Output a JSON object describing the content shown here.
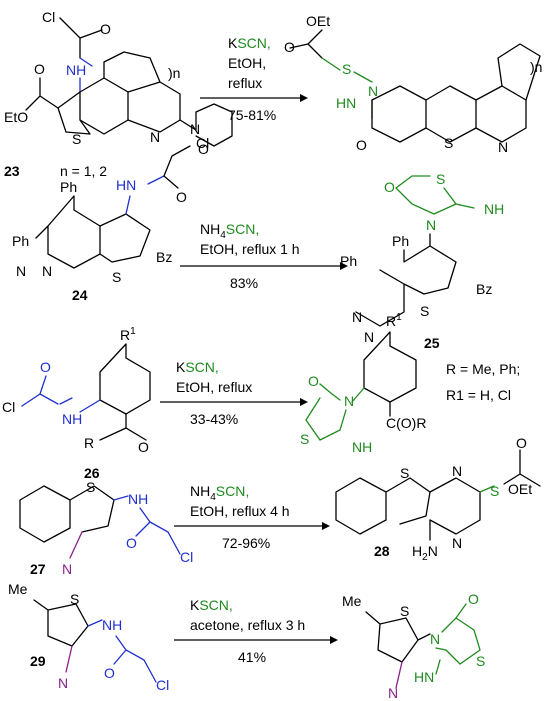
{
  "reactions": [
    {
      "id": "r1",
      "reactant_label": "23",
      "reactant_note": "n = 1, 2",
      "reagents": [
        "KSCN,",
        "EtOH,",
        "reflux"
      ],
      "yield": "75-81%"
    },
    {
      "id": "r2",
      "reactant_label": "24",
      "product_label": "25",
      "reagents": [
        "NH4SCN,",
        "EtOH, reflux 1 h"
      ],
      "yield": "83%"
    },
    {
      "id": "r3",
      "reactant_label": "26",
      "reagents": [
        "KSCN,",
        "EtOH, reflux"
      ],
      "yield": "33-43%",
      "substituents": [
        "R = Me, Ph;",
        "R1 = H, Cl"
      ]
    },
    {
      "id": "r4",
      "reactant_label": "27",
      "product_label": "28",
      "reagents": [
        "NH4SCN,",
        "EtOH, reflux 4 h"
      ],
      "yield": "72-96%"
    },
    {
      "id": "r5",
      "reactant_label": "29",
      "reagents": [
        "KSCN,",
        "acetone, reflux 3 h"
      ],
      "yield": "41%"
    }
  ],
  "atoms": {
    "Cl": "Cl",
    "O": "O",
    "N": "N",
    "S": "S",
    "H": "H",
    "HN": "HN",
    "NH": "NH",
    "EtO": "EtO",
    "OEt": "OEt",
    "Ph": "Ph",
    "Bz": "Bz",
    "R": "R",
    "R1": "R",
    "sup1": "1",
    "CO_R": "C(O)R",
    "H2N": "H",
    "N2sub": "2",
    "Me": "Me",
    "n": ")n",
    "Et_label": "OEt"
  },
  "colors": {
    "green": "#1f8a1f",
    "blue": "#1f2fd0",
    "purple": "#8a1f8a",
    "black": "#000000"
  }
}
